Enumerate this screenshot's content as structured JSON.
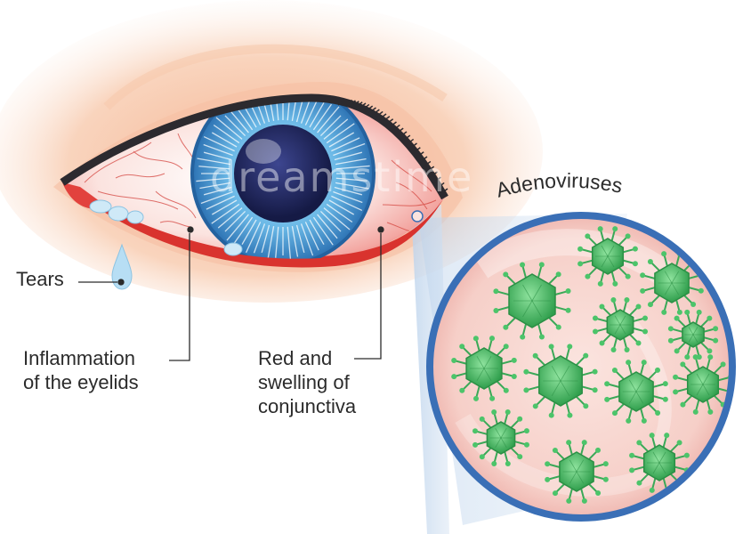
{
  "labels": {
    "tears": "Tears",
    "inflammation": [
      "Inflammation",
      "of the eyelids"
    ],
    "red_swelling": [
      "Red and",
      "swelling of",
      "conjunctiva"
    ],
    "adenoviruses": "Adenoviruses"
  },
  "watermark": "dreamstime",
  "colors": {
    "sclera_red": "#f08a86",
    "iris_blue": "#4a9fd8",
    "pupil": "#1f2456",
    "lens_ring": "#3a6fb6",
    "virus_green": "#4cc46a"
  }
}
